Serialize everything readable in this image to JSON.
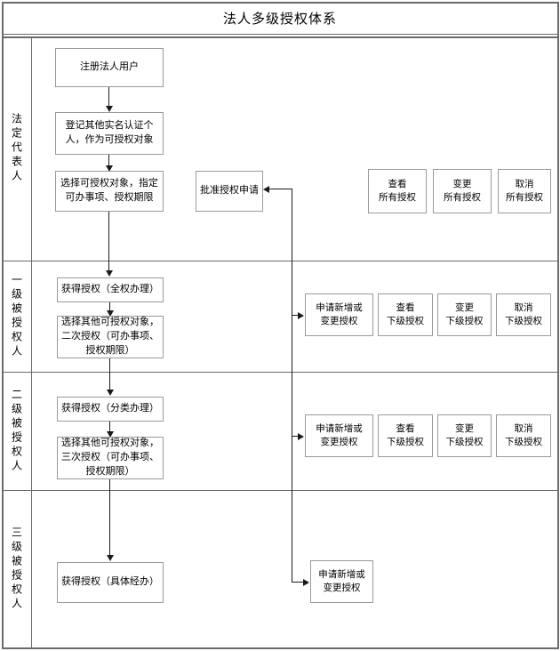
{
  "title": "法人多级授权体系",
  "rows": [
    {
      "label": "法定代表人"
    },
    {
      "label": "一级被授权人"
    },
    {
      "label": "二级被授权人"
    },
    {
      "label": "三级被授权人"
    }
  ],
  "nodes": {
    "r1_register": "注册法人用户",
    "r1_record": "登记其他实名认证个\n人，作为可授权对象",
    "r1_select": "选择可授权对象，指定\n可办事项、授权期限",
    "r1_approve": "批准授权申请",
    "r1_view_all": "查看\n所有授权",
    "r1_change_all": "变更\n所有授权",
    "r1_cancel_all": "取消\n所有授权",
    "r2_granted": "获得授权（全权办理）",
    "r2_select": "选择其他可授权对象，\n二次授权（可办事项、\n授权期限）",
    "r2_apply": "申请新增或\n变更授权",
    "r2_view_sub": "查看\n下级授权",
    "r2_change_sub": "变更\n下级授权",
    "r2_cancel_sub": "取消\n下级授权",
    "r3_granted": "获得授权（分类办理）",
    "r3_select": "选择其他可授权对象，\n三次授权（可办事项、\n授权期限）",
    "r3_apply": "申请新增或\n变更授权",
    "r3_view_sub": "查看\n下级授权",
    "r3_change_sub": "变更\n下级授权",
    "r3_cancel_sub": "取消\n下级授权",
    "r4_granted": "获得授权（具体经办）",
    "r4_apply": "申请新增或\n变更授权"
  },
  "chart_data": {
    "type": "diagram",
    "title": "法人多级授权体系",
    "swimlanes": [
      {
        "name": "法定代表人",
        "steps": [
          "注册法人用户",
          "登记其他实名认证个人，作为可授权对象",
          "选择可授权对象，指定可办事项、授权期限",
          "批准授权申请"
        ],
        "actions": [
          "查看所有授权",
          "变更所有授权",
          "取消所有授权"
        ]
      },
      {
        "name": "一级被授权人",
        "steps": [
          "获得授权（全权办理）",
          "选择其他可授权对象，二次授权（可办事项、授权期限）"
        ],
        "actions": [
          "申请新增或变更授权",
          "查看下级授权",
          "变更下级授权",
          "取消下级授权"
        ]
      },
      {
        "name": "二级被授权人",
        "steps": [
          "获得授权（分类办理）",
          "选择其他可授权对象，三次授权（可办事项、授权期限）"
        ],
        "actions": [
          "申请新增或变更授权",
          "查看下级授权",
          "变更下级授权",
          "取消下级授权"
        ]
      },
      {
        "name": "三级被授权人",
        "steps": [
          "获得授权（具体经办）"
        ],
        "actions": [
          "申请新增或变更授权"
        ]
      }
    ],
    "flows": [
      "注册法人用户 → 登记其他实名认证个人，作为可授权对象",
      "登记其他实名认证个人 → 选择可授权对象，指定可办事项、授权期限",
      "选择可授权对象 → 获得授权（全权办理）",
      "获得授权（全权办理） → 选择其他可授权对象，二次授权",
      "选择其他可授权对象，二次授权 → 获得授权（分类办理）",
      "获得授权（分类办理） → 选择其他可授权对象，三次授权",
      "选择其他可授权对象，三次授权 → 获得授权（具体经办）",
      "申请新增或变更授权（各级） → 批准授权申请"
    ],
    "colors": {
      "frame": "#6b6b6b",
      "node_border": "#9a9a9a",
      "connector": "#1a1a1a",
      "background": "#ffffff",
      "text": "#000000"
    }
  }
}
